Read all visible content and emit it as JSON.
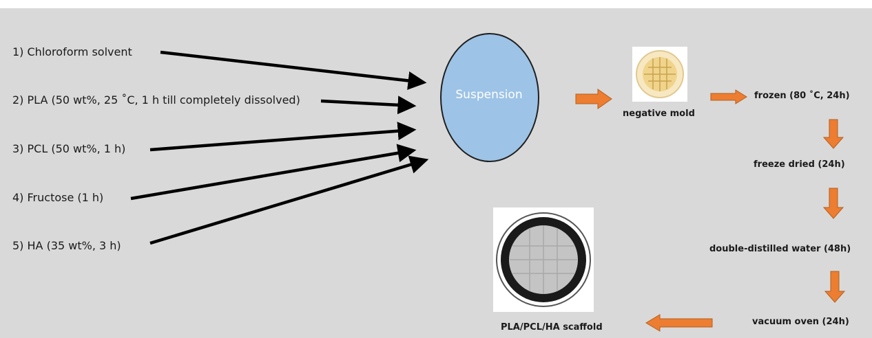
{
  "inputs": [
    {
      "label": "1) Chloroform solvent"
    },
    {
      "label": "2) PLA (50 wt%, 25 ˚C, 1 h till completely dissolved)"
    },
    {
      "label": "3) PCL (50 wt%, 1 h)"
    },
    {
      "label": "4) Fructose (1 h)"
    },
    {
      "label": "5) HA (35 wt%, 3 h)"
    }
  ],
  "suspension": {
    "label": "Suspension"
  },
  "process": {
    "negative_mold": "negative mold",
    "frozen": "frozen (80 ˚C, 24h)",
    "freeze_dried": "freeze dried (24h)",
    "ddw": "double-distilled water (48h)",
    "vacuum_oven": "vacuum oven (24h)",
    "scaffold": "PLA/PCL/HA  scaffold"
  },
  "colors": {
    "panel": "#d9d9d9",
    "ellipse": "#9dc3e6",
    "arrow_black": "#000000",
    "arrow_orange": "#ed7d31",
    "mold_fill": "#f3d89a"
  }
}
